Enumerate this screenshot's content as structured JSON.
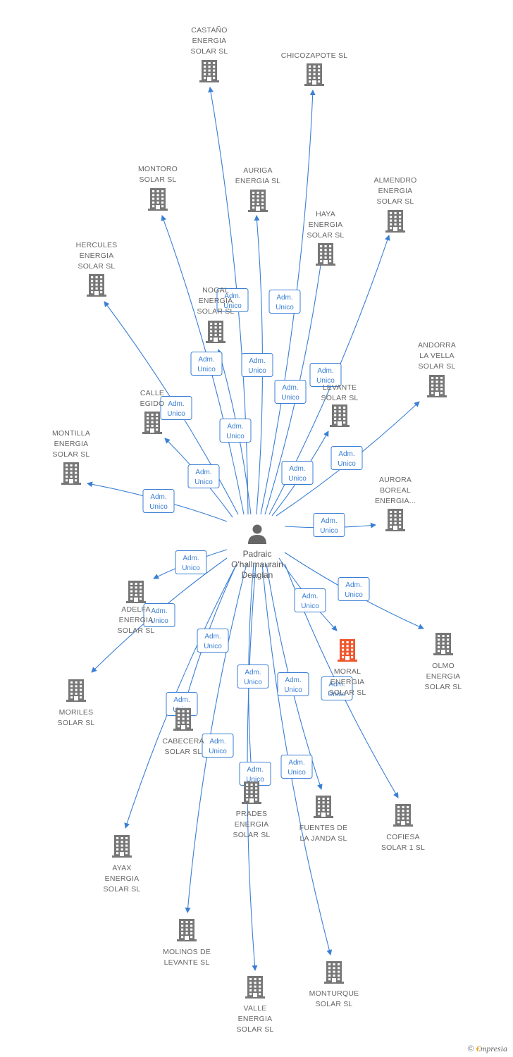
{
  "colors": {
    "edge": "#3a7fd5",
    "company": "#777777",
    "highlight": "#f0562c",
    "person": "#666666"
  },
  "center": {
    "name": [
      "Padraic",
      "O'hallmaurain",
      "Deaglan"
    ],
    "icon": "person-icon"
  },
  "badge": {
    "line1": "Adm.",
    "line2": "Unico"
  },
  "companies": [
    {
      "id": "castano",
      "label": [
        "CASTAÑO",
        "ENERGIA",
        "SOLAR SL"
      ]
    },
    {
      "id": "chicozapote",
      "label": [
        "CHICOZAPOTE SL"
      ]
    },
    {
      "id": "montoro",
      "label": [
        "MONTORO",
        "SOLAR SL"
      ]
    },
    {
      "id": "auriga",
      "label": [
        "AURIGA",
        "ENERGIA SL"
      ]
    },
    {
      "id": "almendro",
      "label": [
        "ALMENDRO",
        "ENERGIA",
        "SOLAR SL"
      ]
    },
    {
      "id": "haya",
      "label": [
        "HAYA",
        "ENERGIA",
        "SOLAR SL"
      ]
    },
    {
      "id": "hercules",
      "label": [
        "HERCULES",
        "ENERGIA",
        "SOLAR SL"
      ]
    },
    {
      "id": "nogal",
      "label": [
        "NOGAL",
        "ENERGIA",
        "SOLAR SL"
      ]
    },
    {
      "id": "andorra",
      "label": [
        "ANDORRA",
        "LA VELLA",
        "SOLAR SL"
      ]
    },
    {
      "id": "levante",
      "label": [
        "LEVANTE",
        "SOLAR SL"
      ]
    },
    {
      "id": "calle-egido",
      "label": [
        "CALLE",
        "EGIDO"
      ]
    },
    {
      "id": "montilla",
      "label": [
        "MONTILLA",
        "ENERGIA",
        "SOLAR SL"
      ]
    },
    {
      "id": "aurora",
      "label": [
        "AURORA",
        "BOREAL",
        "ENERGIA..."
      ]
    },
    {
      "id": "adelfa",
      "label": [
        "ADELFA",
        "ENERGIA",
        "SOLAR SL"
      ]
    },
    {
      "id": "olmo",
      "label": [
        "OLMO",
        "ENERGIA",
        "SOLAR SL"
      ]
    },
    {
      "id": "moral",
      "label": [
        "MORAL",
        "ENERGIA",
        "SOLAR SL"
      ],
      "highlight": true
    },
    {
      "id": "moriles",
      "label": [
        "MORILES",
        "SOLAR SL"
      ]
    },
    {
      "id": "cabecera",
      "label": [
        "CABECERA",
        "SOLAR SL"
      ]
    },
    {
      "id": "prades",
      "label": [
        "PRADES",
        "ENERGIA",
        "SOLAR SL"
      ]
    },
    {
      "id": "fuentes",
      "label": [
        "FUENTES DE",
        "LA JANDA SL"
      ]
    },
    {
      "id": "cofiesa",
      "label": [
        "COFIESA",
        "SOLAR 1 SL"
      ]
    },
    {
      "id": "ayax",
      "label": [
        "AYAX",
        "ENERGIA",
        "SOLAR SL"
      ]
    },
    {
      "id": "molinos",
      "label": [
        "MOLINOS DE",
        "LEVANTE SL"
      ]
    },
    {
      "id": "valle",
      "label": [
        "VALLE",
        "ENERGIA",
        "SOLAR SL"
      ]
    },
    {
      "id": "monturque",
      "label": [
        "MONTURQUE",
        "SOLAR SL"
      ]
    }
  ],
  "footer": {
    "copyright": "©",
    "brand_initial": "€",
    "brand_rest": "mpresia"
  }
}
